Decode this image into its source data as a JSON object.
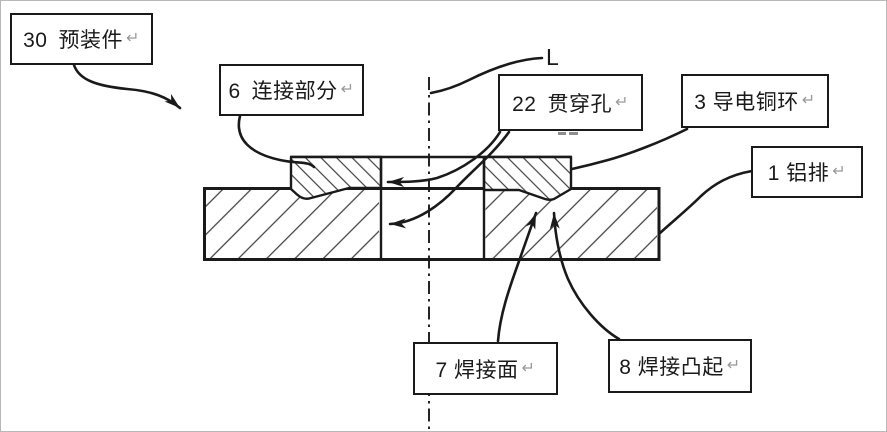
{
  "labels": {
    "pre_assembly": "30 预装件",
    "connection_part": "6 连接部分",
    "through_hole": "22 贯穿孔",
    "copper_ring": "3 导电铜环",
    "aluminum_busbar": "1 铝排",
    "welding_surface": "7 焊接面",
    "welding_protrusion": "8 焊接凸起",
    "centerline_letter": "L"
  },
  "marks": {
    "line_break": "↵"
  },
  "colors": {
    "ink": "#1a1a1a",
    "hatch": "#3f3f3f",
    "line_break_mark": "#9a9a9a",
    "paper": "#ffffff"
  }
}
